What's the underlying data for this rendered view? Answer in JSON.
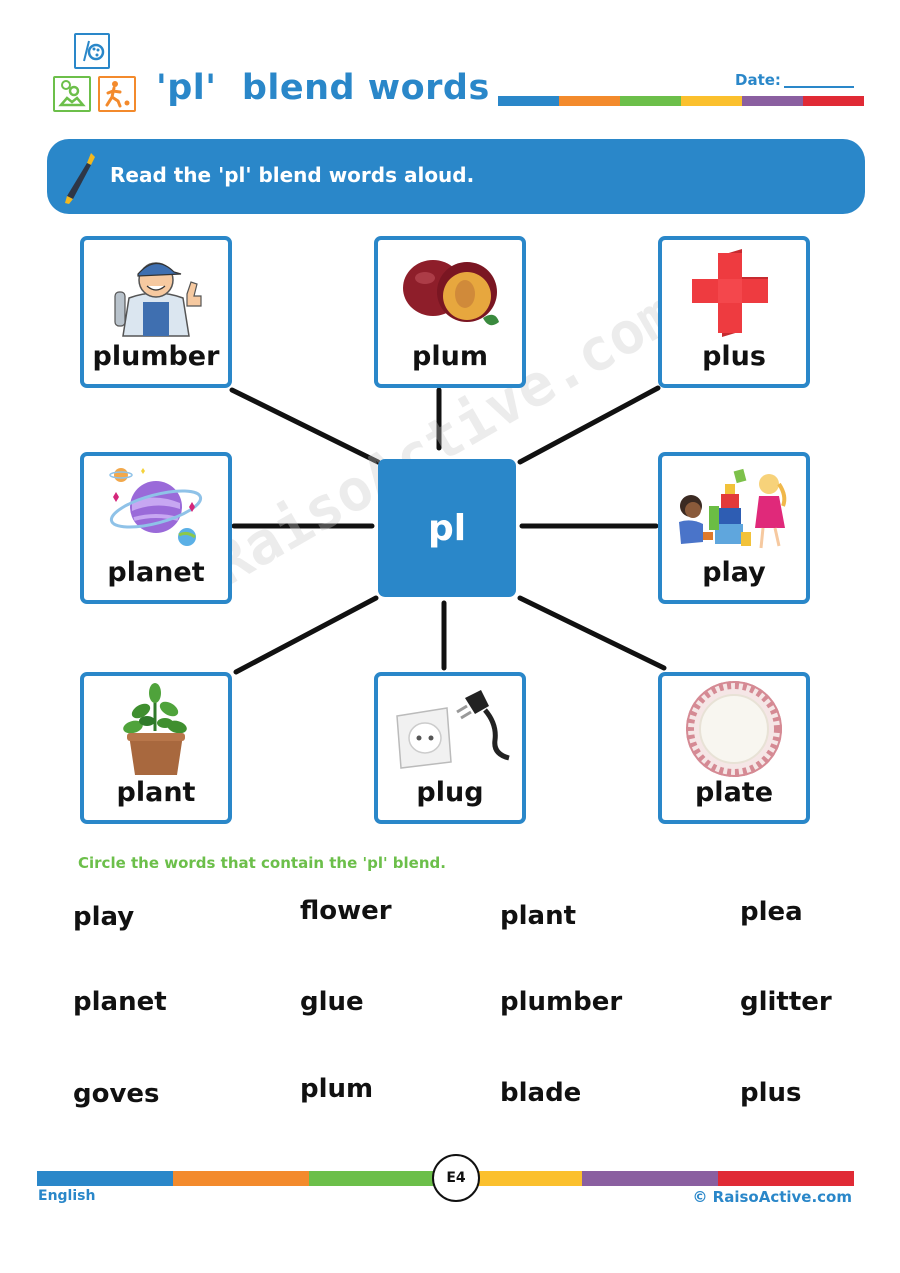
{
  "header": {
    "title": "'pl'  blend words",
    "date_label": "Date:",
    "logo_icons": [
      "palette-icon",
      "reading-child-icon",
      "running-child-icon"
    ]
  },
  "colors": {
    "accent_blue": "#2a87c9",
    "rainbow": [
      "#2a87c9",
      "#f38a2c",
      "#6cbf4a",
      "#fbc02d",
      "#8a5fa0",
      "#e02a35"
    ],
    "instruction_green": "#6cbf4a"
  },
  "banner": {
    "icon": "marker-pen-icon",
    "text": "Read the 'pl' blend words aloud."
  },
  "word_map": {
    "center": "pl",
    "cards": [
      {
        "word": "plumber",
        "icon": "plumber-icon"
      },
      {
        "word": "plum",
        "icon": "plum-icon"
      },
      {
        "word": "plus",
        "icon": "plus-sign-icon"
      },
      {
        "word": "planet",
        "icon": "planet-icon"
      },
      {
        "word": "play",
        "icon": "children-playing-icon"
      },
      {
        "word": "plant",
        "icon": "potted-plant-icon"
      },
      {
        "word": "plug",
        "icon": "plug-socket-icon"
      },
      {
        "word": "plate",
        "icon": "plate-icon"
      }
    ]
  },
  "watermark": "RaisoActive.com",
  "circle_exercise": {
    "instruction": "Circle the words that contain the  'pl'  blend.",
    "rows": [
      [
        "play",
        "flower",
        "plant",
        "plea"
      ],
      [
        "planet",
        "glue",
        "plumber",
        "glitter"
      ],
      [
        "goves",
        "plum",
        "blade",
        "plus"
      ]
    ]
  },
  "footer": {
    "subject": "English",
    "page_code": "E4",
    "copyright": "© RaisoActive.com"
  }
}
